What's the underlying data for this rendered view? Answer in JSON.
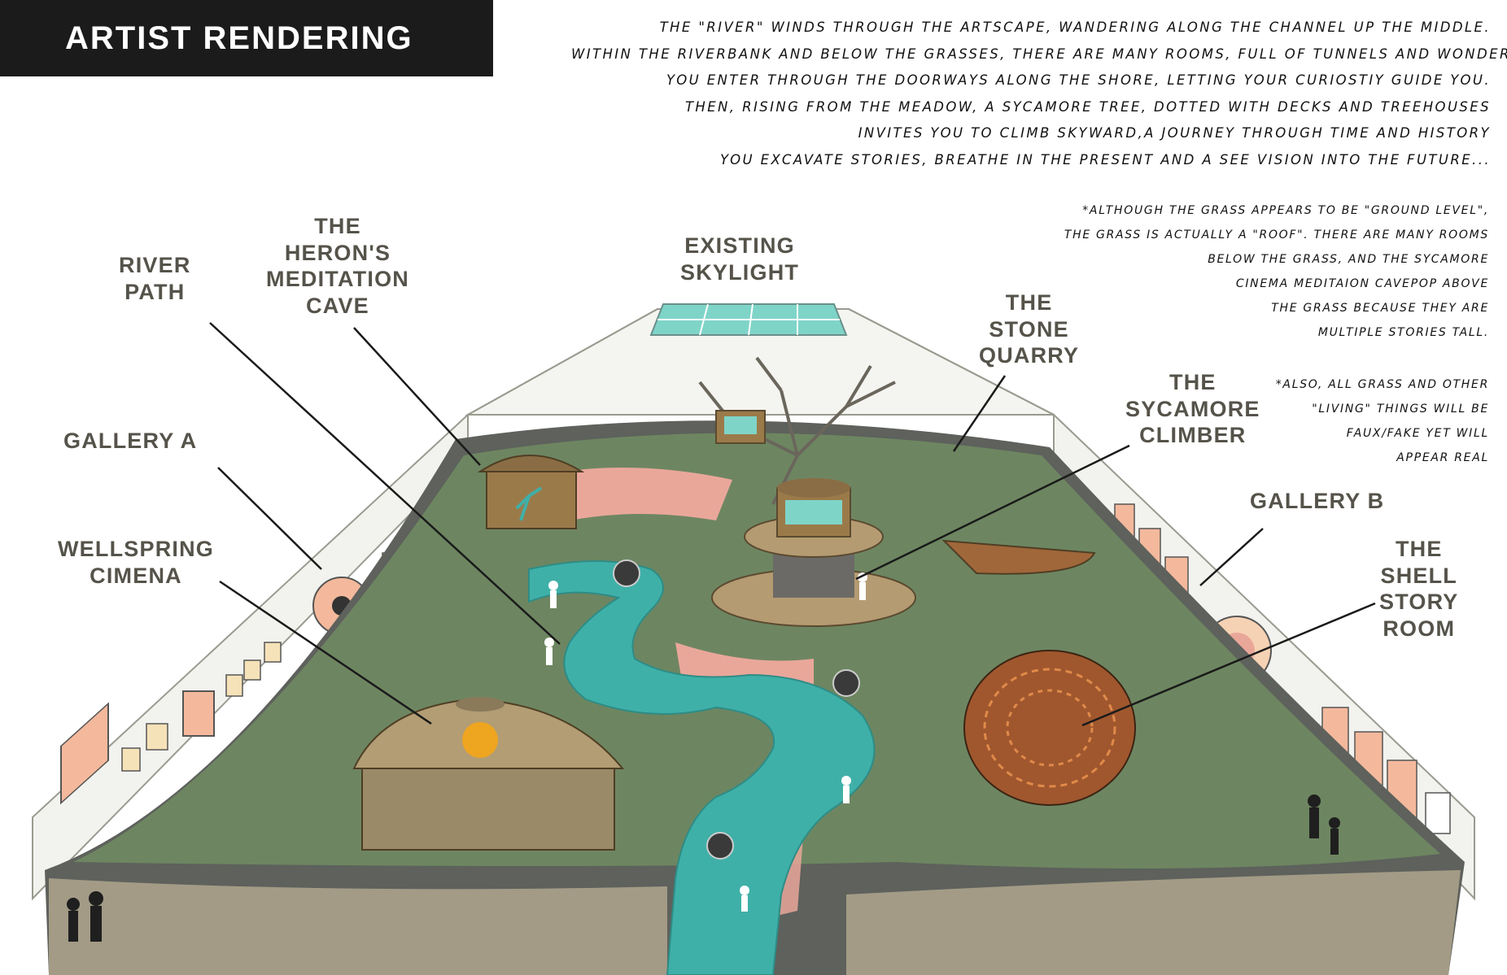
{
  "title": "ARTIST RENDERING",
  "description": [
    "THE \"RIVER\" WINDS THROUGH THE ARTSCAPE, WANDERING ALONG THE CHANNEL UP THE MIDDLE.",
    "WITHIN THE RIVERBANK AND BELOW THE GRASSES, THERE ARE MANY ROOMS, FULL OF TUNNELS AND WONDERS.",
    "YOU ENTER THROUGH THE DOORWAYS ALONG THE SHORE, LETTING YOUR CURIOSTIY GUIDE YOU.",
    "THEN, RISING FROM THE MEADOW, A SYCAMORE TREE, DOTTED WITH DECKS AND TREEHOUSES",
    "INVITES YOU TO CLIMB SKYWARD,A JOURNEY THROUGH TIME AND HISTORY",
    "YOU EXCAVATE STORIES, BREATHE IN THE PRESENT AND A SEE VISION INTO THE FUTURE..."
  ],
  "note_grass": [
    "*ALTHOUGH THE GRASS APPEARS TO BE \"GROUND LEVEL\",",
    "THE GRASS IS ACTUALLY A \"ROOF\". THERE ARE MANY ROOMS",
    "BELOW THE GRASS, AND THE SYCAMORE",
    "CINEMA MEDITAION CAVEPOP ABOVE",
    "THE GRASS BECAUSE THEY ARE",
    "MULTIPLE STORIES TALL."
  ],
  "note_faux": [
    "*ALSO, ALL GRASS AND OTHER",
    "\"LIVING\" THINGS WILL BE",
    "FAUX/FAKE YET WILL",
    "APPEAR REAL"
  ],
  "labels": {
    "river_path": [
      "RIVER",
      "PATH"
    ],
    "heron_cave": [
      "THE",
      "HERON'S",
      "MEDITATION",
      "CAVE"
    ],
    "skylight": [
      "EXISTING",
      "SKYLIGHT"
    ],
    "stone_quarry": [
      "THE",
      "STONE",
      "QUARRY"
    ],
    "sycamore": [
      "THE",
      "SYCAMORE",
      "CLIMBER"
    ],
    "gallery_a": [
      "GALLERY A"
    ],
    "gallery_b": [
      "GALLERY B"
    ],
    "wellspring": [
      "WELLSPRING",
      "CIMENA"
    ],
    "shell": [
      "THE",
      "SHELL",
      "STORY",
      "ROOM"
    ]
  },
  "colors": {
    "title_bg": "#1b1b1b",
    "label_text": "#55534a",
    "river": "#3fb0a8",
    "grass": "#6f8a62",
    "ground": "#5a5c58",
    "bank_coral": "#e9a79a",
    "skylight": "#7fd4c8",
    "hut_wood": "#9b7a4a",
    "sun_yellow": "#eea520"
  },
  "icons": [
    "sun-icon",
    "heron-icon",
    "person-icon",
    "tree-icon"
  ]
}
